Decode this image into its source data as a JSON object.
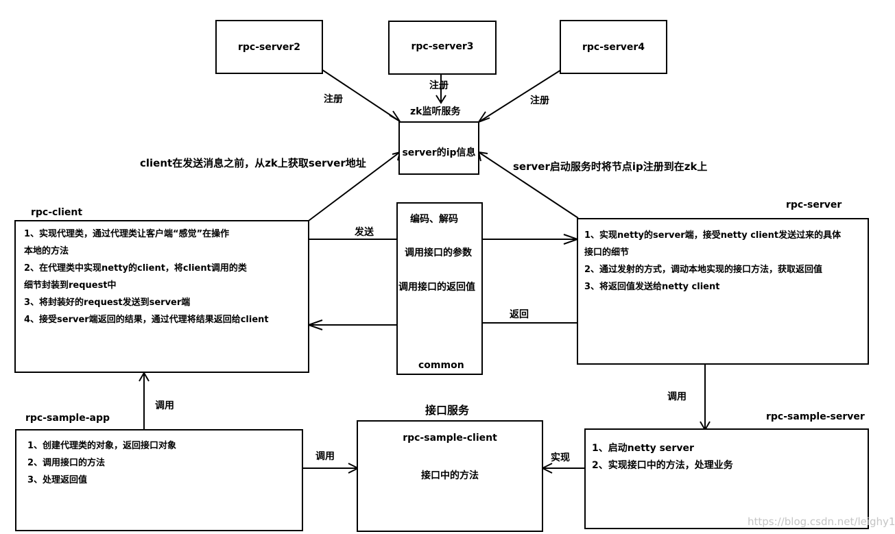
{
  "servers": {
    "server2": "rpc-server2",
    "server3": "rpc-server3",
    "server4": "rpc-server4"
  },
  "register": {
    "left": "注册",
    "mid": "注册",
    "right": "注册"
  },
  "zk": {
    "title": "zk监听服务",
    "content": "server的ip信息"
  },
  "annotations": {
    "client_fetch": "client在发送消息之前，从zk上获取server地址",
    "server_register": "server启动服务时将节点ip注册到在zk上"
  },
  "rpc_client": {
    "title": "rpc-client",
    "lines": [
      "1、实现代理类，通过代理类让客户端“感觉”在操作",
      "本地的方法",
      "2、在代理类中实现netty的client，将client调用的类",
      "细节封装到request中",
      "3、将封装好的request发送到server端",
      "4、接受server端返回的结果，通过代理将结果返回给client"
    ]
  },
  "common": {
    "lines": [
      "编码、解码",
      "调用接口的参数",
      "调用接口的返回值"
    ],
    "title": "common"
  },
  "rpc_server": {
    "title": "rpc-server",
    "lines": [
      "1、实现netty的server端，接受netty client发送过来的具体",
      "接口的细节",
      "2、通过发射的方式，调动本地实现的接口方法，获取返回值",
      "3、将返回值发送给netty client"
    ]
  },
  "flow": {
    "send": "发送",
    "return": "返回",
    "call_app": "调用",
    "call_server": "调用",
    "call_sample": "调用",
    "implement": "实现"
  },
  "sample_app": {
    "title": "rpc-sample-app",
    "lines": [
      "1、创建代理类的对象，返回接口对象",
      "2、调用接口的方法",
      "3、处理返回值"
    ]
  },
  "interface_service": {
    "title": "接口服务",
    "name": "rpc-sample-client",
    "desc": "接口中的方法"
  },
  "sample_server": {
    "title": "rpc-sample-server",
    "lines": [
      "1、启动netty server",
      "2、实现接口中的方法，处理业务"
    ]
  },
  "watermark": "https://blog.csdn.net/leighy1"
}
